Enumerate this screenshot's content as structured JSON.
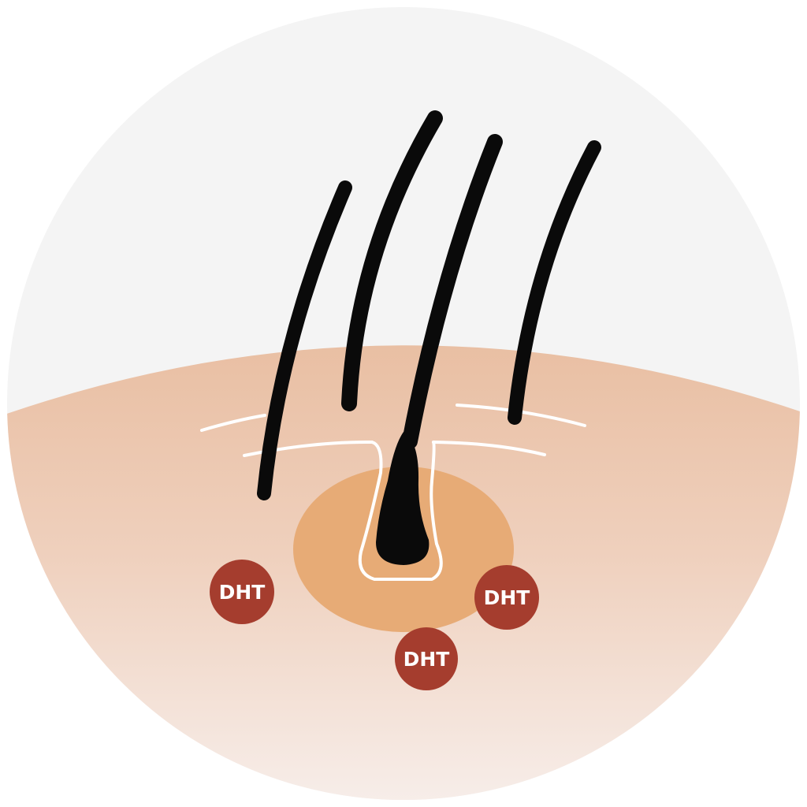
{
  "colors": {
    "background_sky": "#f4f4f4",
    "skin_top": "#e9bfa3",
    "skin_bottom": "#f6ebe6",
    "follicle_bulb": "#e7ab76",
    "hair": "#0a0a0a",
    "dht_marker": "#a53d2e",
    "dht_text": "#ffffff",
    "skin_line": "#ffffff"
  },
  "diagram": {
    "markers": [
      {
        "label": "DHT"
      },
      {
        "label": "DHT"
      },
      {
        "label": "DHT"
      }
    ]
  }
}
